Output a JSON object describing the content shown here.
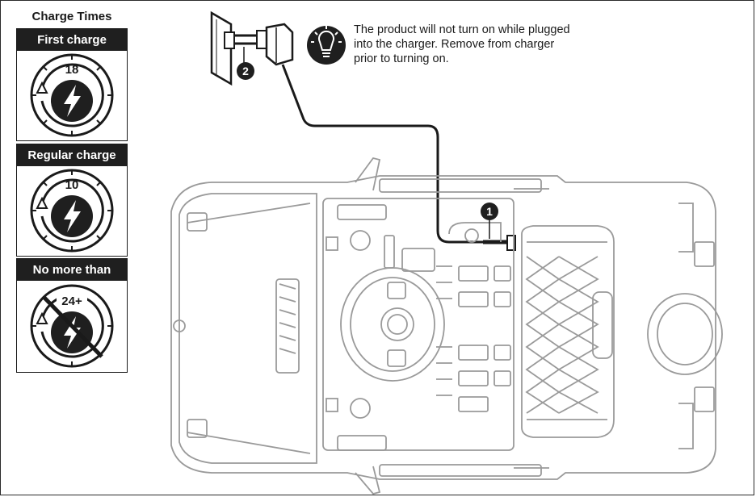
{
  "charge_times": {
    "title": "Charge Times",
    "items": [
      {
        "label": "First charge",
        "value": "18",
        "crossed": false
      },
      {
        "label": "Regular charge",
        "value": "10",
        "crossed": false
      },
      {
        "label": "No more than",
        "value": "24+",
        "crossed": true
      }
    ]
  },
  "note": {
    "icon": "lightbulb-icon",
    "lines": [
      "The product will not turn on while plugged",
      "into the charger.  Remove from charger",
      "prior to turning on."
    ]
  },
  "callouts": {
    "charge_port": "1",
    "wall_outlet": "2"
  }
}
